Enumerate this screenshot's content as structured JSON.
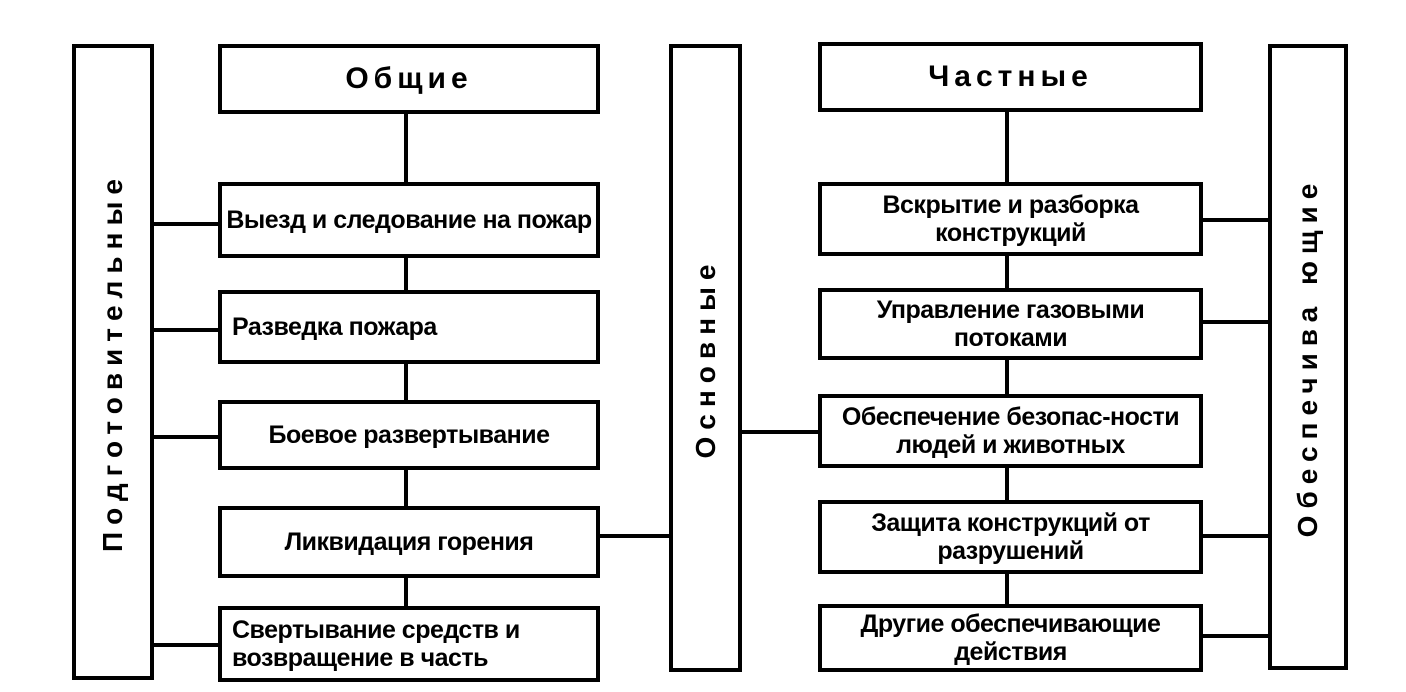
{
  "groups": {
    "left_vertical": "Подготовительные",
    "middle_vertical": "Основные",
    "right_vertical": "Обеспечива ющие"
  },
  "headers": {
    "general": "Общие",
    "particular": "Частные"
  },
  "general_steps": [
    "Выезд и следование на пожар",
    "Разведка пожара",
    "Боевое развертывание",
    "Ликвидация горения",
    "Свертывание средств и возвращение в часть"
  ],
  "particular_steps": [
    "Вскрытие и разборка конструкций",
    "Управление газовыми потоками",
    "Обеспечение безопас-ности людей и животных",
    "Защита конструкций от разрушений",
    "Другие обеспечивающие действия"
  ]
}
